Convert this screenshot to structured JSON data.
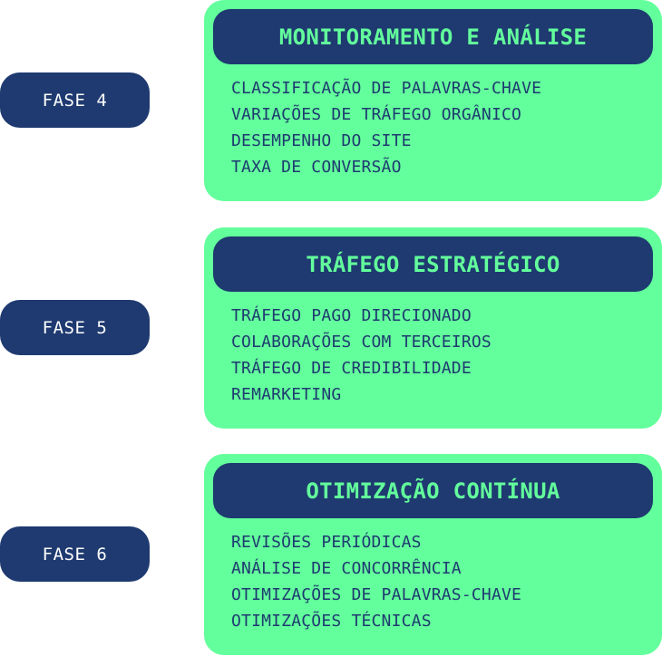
{
  "phases": [
    {
      "label": "FASE 4",
      "title": "MONITORAMENTO E ANÁLISE",
      "items": [
        "CLASSIFICAÇÃO DE PALAVRAS-CHAVE",
        "VARIAÇÕES DE TRÁFEGO ORGÂNICO",
        "DESEMPENHO DO SITE",
        "TAXA DE CONVERSÃO"
      ]
    },
    {
      "label": "FASE 5",
      "title": "TRÁFEGO ESTRATÉGICO",
      "items": [
        "TRÁFEGO PAGO DIRECIONADO",
        "COLABORAÇÕES COM TERCEIROS",
        "TRÁFEGO DE CREDIBILIDADE",
        "REMARKETING"
      ]
    },
    {
      "label": "FASE 6",
      "title": "OTIMIZAÇÃO CONTÍNUA",
      "items": [
        "REVISÕES PERIÓDICAS",
        "ANÁLISE DE CONCORRÊNCIA",
        "OTIMIZAÇÕES DE PALAVRAS-CHAVE",
        "OTIMIZAÇÕES TÉCNICAS"
      ]
    }
  ],
  "colors": {
    "navy": "#1e3a70",
    "green": "#63ff9c",
    "white": "#ffffff"
  }
}
